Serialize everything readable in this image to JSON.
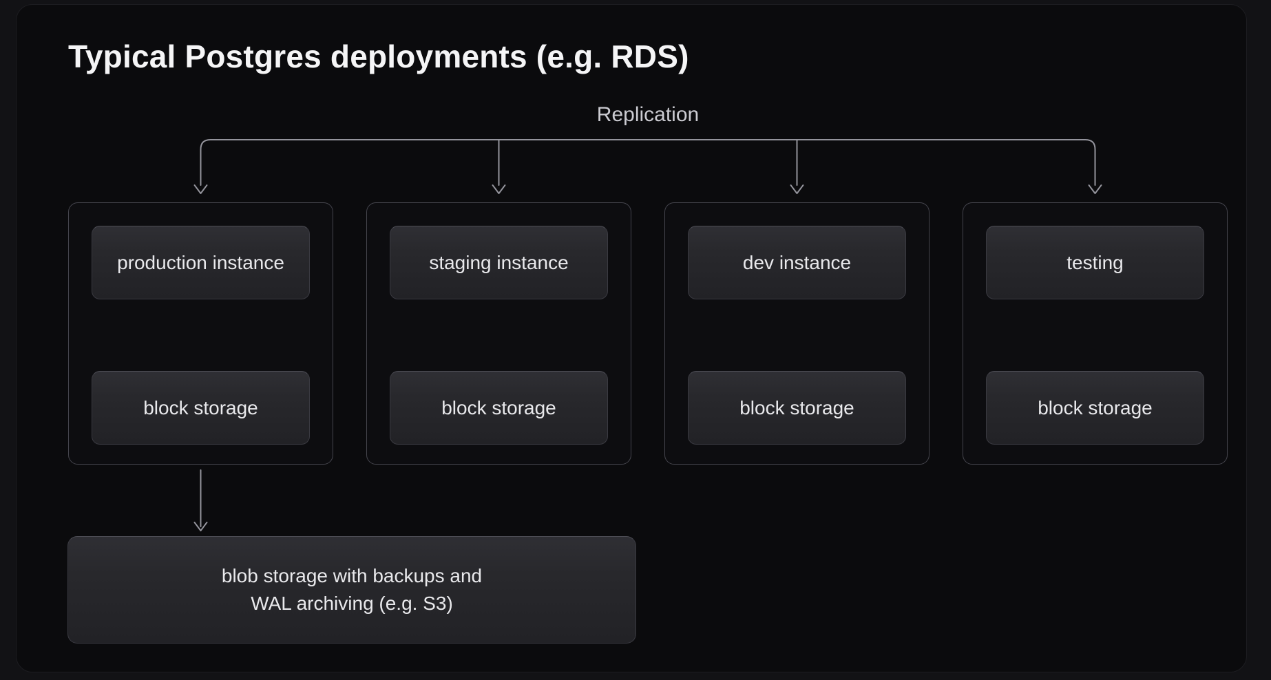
{
  "title": "Typical Postgres deployments (e.g. RDS)",
  "replication_label": "Replication",
  "groups": [
    {
      "instance": "production instance",
      "storage": "block storage"
    },
    {
      "instance": "staging instance",
      "storage": "block storage"
    },
    {
      "instance": "dev instance",
      "storage": "block storage"
    },
    {
      "instance": "testing",
      "storage": "block storage"
    }
  ],
  "blob_storage": {
    "lines": [
      "blob storage with backups and",
      "WAL archiving (e.g. S3)"
    ]
  },
  "colors": {
    "page_bg": "#121215",
    "card_bg": "#0b0b0d",
    "group_border": "#45454d",
    "node_border": "#3a3a41",
    "connector": "#94949c",
    "title_text": "#f5f5f6",
    "node_text": "#e9e9ec",
    "replication_text": "#cbcbd1"
  }
}
